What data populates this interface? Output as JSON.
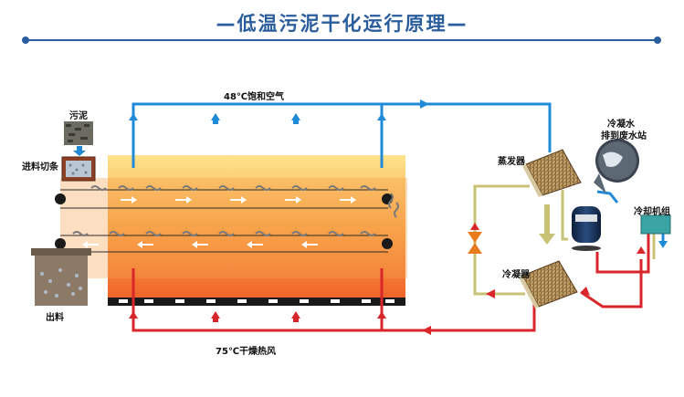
{
  "title": "—低温污泥干化运行原理—",
  "labels": {
    "sludge": "污泥",
    "feed_cutting": "进料切条",
    "discharge": "出料",
    "saturated_air": "48℃饱和空气",
    "hot_air": "75℃干燥热风",
    "evaporator": "蒸发器",
    "condenser": "冷凝器",
    "condensate_line1": "冷凝水",
    "condensate_line2": "排到废水站",
    "cooling_unit": "冷却机组"
  },
  "colors": {
    "title": "#2a5d9c",
    "header_line": "#2a5d9c",
    "air_return_blue": "#1f8ad8",
    "hot_air_red": "#d8262a",
    "refrigerant_olive": "#c7c276",
    "dryer_top": "#fde58a",
    "dryer_bottom": "#f0632a"
  }
}
